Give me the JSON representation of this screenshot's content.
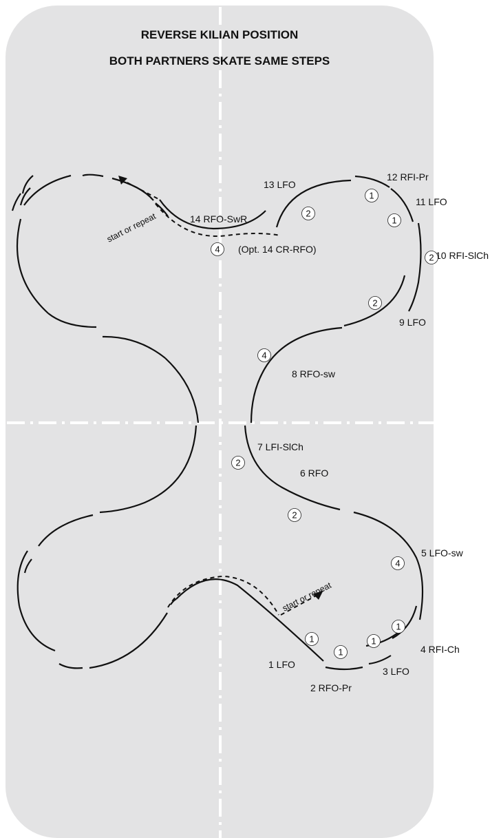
{
  "title_line1": "REVERSE KILIAN POSITION",
  "title_line2": "BOTH PARTNERS SKATE SAME STEPS",
  "steps": {
    "s1": "1 LFO",
    "s2": "2 RFO-Pr",
    "s3": "3 LFO",
    "s4": "4 RFI-Ch",
    "s5": "5 LFO-sw",
    "s6": "6 RFO",
    "s7": "7 LFI-SlCh",
    "s8": "8 RFO-sw",
    "s9": "9 LFO",
    "s10": "10 RFI-SlCh",
    "s11": "11 LFO",
    "s12": "12 RFI-Pr",
    "s13": "13 LFO",
    "s14": "14 RFO-SwR",
    "s14opt": "(Opt. 14 CR-RFO)"
  },
  "start_top": "start or repeat",
  "start_bottom": "start or repeat",
  "beats": [
    "1",
    "1",
    "2",
    "2",
    "2",
    "4",
    "4",
    "2",
    "2",
    "4",
    "1",
    "1",
    "1",
    "1"
  ]
}
